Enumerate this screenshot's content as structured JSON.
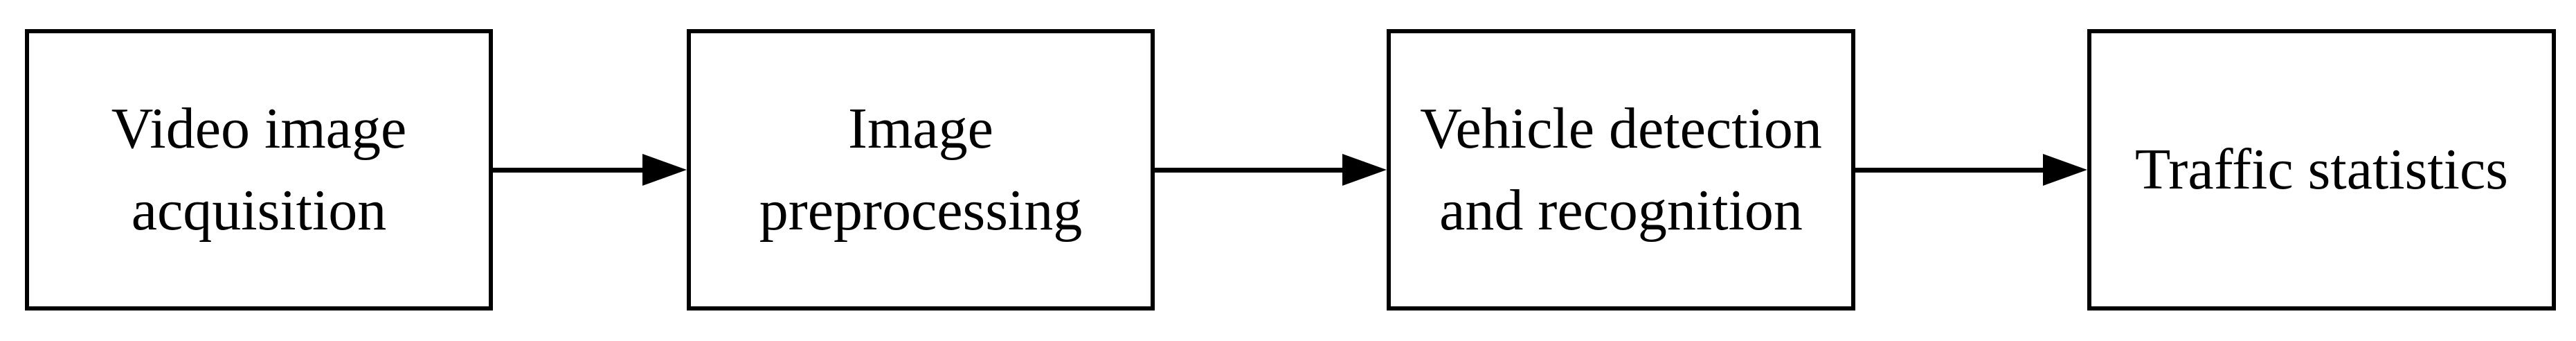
{
  "diagram": {
    "type": "flowchart",
    "orientation": "left-to-right",
    "colors": {
      "node_border": "#000000",
      "node_fill": "#ffffff",
      "text": "#000000",
      "arrow": "#000000"
    },
    "nodes": [
      {
        "id": "video-image-acquisition",
        "label": "Video image\nacquisition"
      },
      {
        "id": "image-preprocessing",
        "label": "Image\npreprocessing"
      },
      {
        "id": "vehicle-detection-recognition",
        "label": "Vehicle detection\nand recognition"
      },
      {
        "id": "traffic-statistics",
        "label": "Traffic statistics"
      }
    ],
    "connectors": [
      {
        "from": "video-image-acquisition",
        "to": "image-preprocessing",
        "style": "solid-arrow-right"
      },
      {
        "from": "image-preprocessing",
        "to": "vehicle-detection-recognition",
        "style": "solid-arrow-right"
      },
      {
        "from": "vehicle-detection-recognition",
        "to": "traffic-statistics",
        "style": "solid-arrow-right"
      }
    ]
  }
}
